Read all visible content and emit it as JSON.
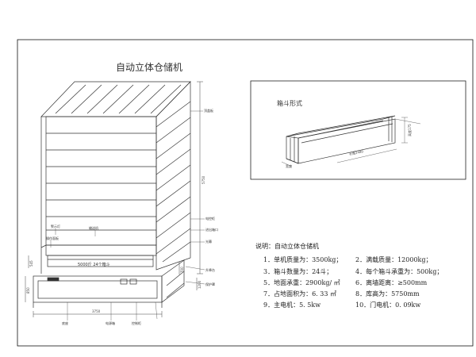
{
  "title": "自动立体仓储机",
  "inset": {
    "title": "箱斗形式",
    "dims": {
      "length": "长度2480",
      "height": "高度175",
      "width": "宽度"
    }
  },
  "machine": {
    "panel_text": "5000斤 24个箱斗",
    "labels": {
      "top_right_1": "顶盖板",
      "top_right_2": "电控柜",
      "top_right_3": "进出箱口",
      "right_1": "光幕",
      "right_2": "升降台",
      "left_1": "警示灯",
      "left_2": "操作面板",
      "mid_1": "输送机",
      "bottom_1": "底座",
      "bottom_2": "电源箱",
      "bottom_3": "控制柜",
      "bottom_4": "保护罩"
    },
    "dims": {
      "height": "5750",
      "width": "3750",
      "left_1": "545",
      "left_2": "850",
      "right_1": "700",
      "right_2": "1200"
    }
  },
  "specs": {
    "title": "说明：自动立体仓储机",
    "items": [
      "1．单机质量为：3500kg；",
      "2．满载质量：12000kg；",
      "3．箱斗数量为：24斗；",
      "4．每个箱斗承重为：500kg；",
      "5．地面承重：2900kg/ ㎡",
      "6．离墙距离：≥500mm",
      "7．占地面积为：6. 33 ㎡",
      "8．库高为：5750mm",
      "9．主电机：5. 5kw",
      "10．门电机：0. 09kw"
    ]
  }
}
